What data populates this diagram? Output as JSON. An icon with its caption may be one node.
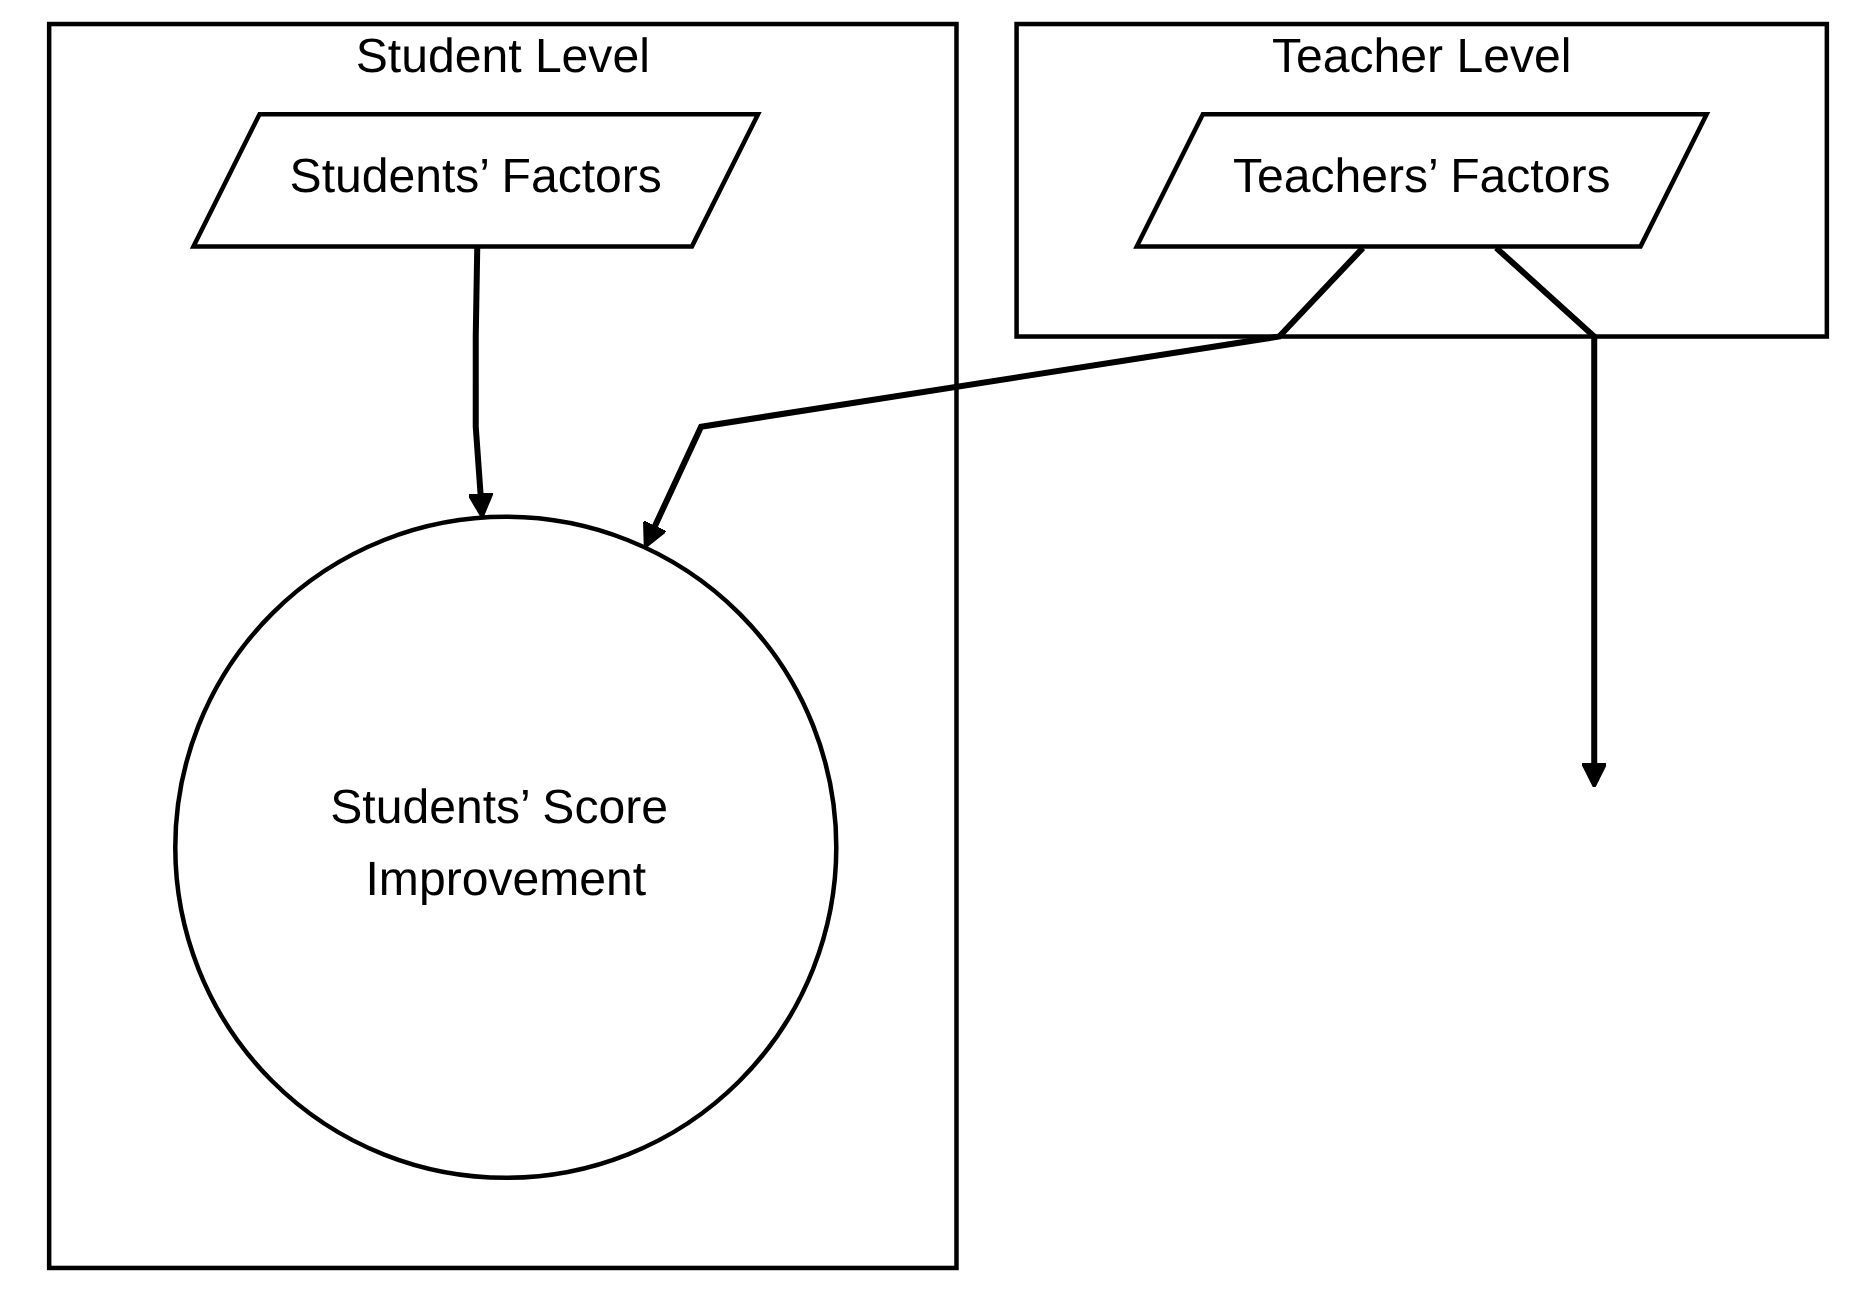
{
  "diagram": {
    "nodes": [
      {
        "text": [
          "Teacher Level"
        ]
      },
      {
        "text": [
          "Teachers’ Factors"
        ],
        "in": 0
      },
      {
        "text": [
          "Student Level"
        ]
      },
      {
        "text": [
          "Students’ Factors"
        ],
        "in": 2
      },
      {
        "text": [
          "Students’ Score Improvement"
        ],
        "in": 2
      }
    ],
    "edges": [
      {
        "from": 1,
        "to": null,
        "arrow": "to"
      },
      {
        "from": 1,
        "to": 4,
        "arrow": "to"
      },
      {
        "from": 3,
        "to": 4,
        "arrow": "to"
      }
    ]
  }
}
